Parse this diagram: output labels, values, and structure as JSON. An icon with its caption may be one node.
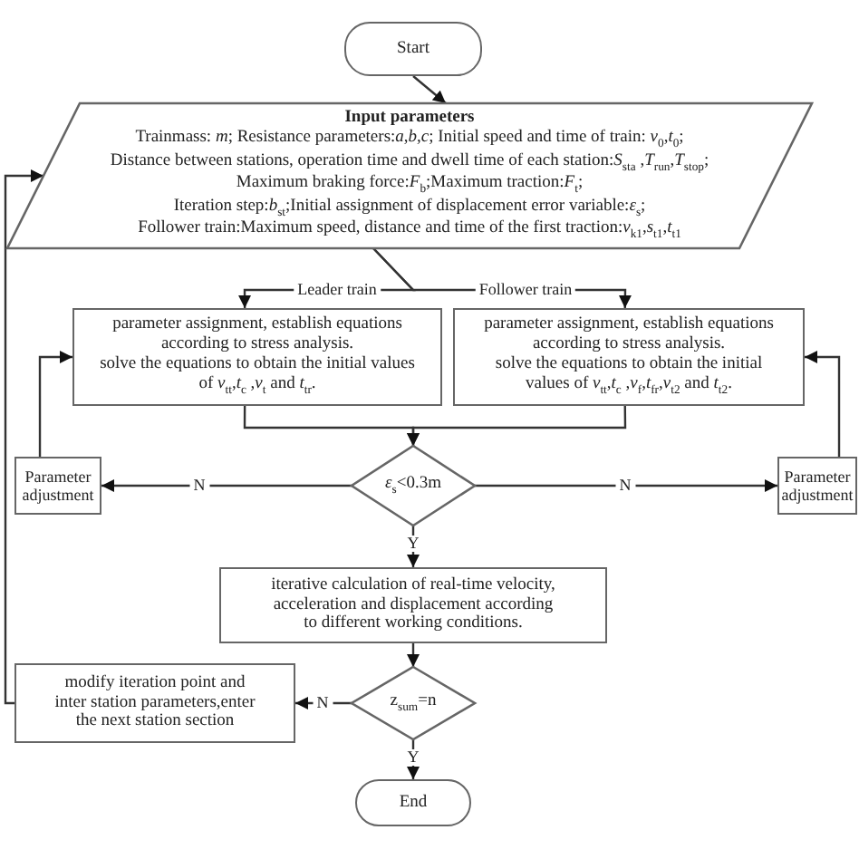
{
  "diagram": {
    "nodes": [
      {
        "text": [
          "Start"
        ]
      },
      {
        "text": [
          "Input parameters",
          "Trainmass: *m*; Resistance parameters:*a*,*b*,*c*; Initial speed and time of train: *v*$_{0}$,*t*$_{0}$;",
          "Distance between stations, operation time and dwell time of each station:*S*$_{sta}$ ,*T*$_{run}$,*T*$_{stop}$;",
          "Maximum braking force:*F*$_{b}$;Maximum traction:*F*$_{t}$;",
          "Iteration step:*b*$_{st}$;Initial assignment of displacement error variable:*ε*$_{s}$;",
          "Follower train:Maximum speed, distance and time of the first traction:*v*$_{k1}$,*s*$_{t1}$,*t*$_{t1}$"
        ]
      },
      {
        "text": [
          "parameter assignment, establish equations according to stress analysis.",
          "solve the equations to obtain the initial values of *v*$_{tt}$,*t*$_{c}$ ,*v*$_{t}$ and *t*$_{tr}$."
        ]
      },
      {
        "text": [
          "parameter assignment, establish equations according to stress analysis.",
          "solve the equations to obtain the initial values of *v*$_{tt}$,*t*$_{c}$ ,*v*$_{f}$,*t*$_{fr}$,*v*$_{t2}$ and *t*$_{t2}$."
        ]
      },
      {
        "text": [
          "Parameter adjustment"
        ]
      },
      {
        "text": [
          "*ε*$_{s}$<0.3m"
        ]
      },
      {
        "text": [
          "Parameter adjustment"
        ]
      },
      {
        "text": [
          "iterative calculation of real-time velocity, acceleration and displacement according to different working conditions."
        ]
      },
      {
        "text": [
          "z$_{sum}$=n"
        ]
      },
      {
        "text": [
          "modify iteration point and inter station parameters,enter the next station section"
        ]
      },
      {
        "text": [
          "End"
        ]
      }
    ],
    "edges": [
      {
        "from": 0,
        "to": 1,
        "arrow": "to"
      },
      {
        "from": 1,
        "to": 2,
        "arrow": "to",
        "label": "Leader train"
      },
      {
        "from": 1,
        "to": 3,
        "arrow": "to",
        "label": "Follower train"
      },
      {
        "from": 2,
        "to": 5,
        "arrow": "to"
      },
      {
        "from": 3,
        "to": 5,
        "arrow": "to"
      },
      {
        "from": 5,
        "to": 4,
        "arrow": "to",
        "label": "N"
      },
      {
        "from": 5,
        "to": 6,
        "arrow": "to",
        "label": "N"
      },
      {
        "from": 4,
        "to": 2,
        "arrow": "to"
      },
      {
        "from": 6,
        "to": 3,
        "arrow": "to"
      },
      {
        "from": 5,
        "to": 7,
        "arrow": "to",
        "label": "Y"
      },
      {
        "from": 7,
        "to": 8,
        "arrow": "to"
      },
      {
        "from": 8,
        "to": 9,
        "arrow": "to",
        "label": "N"
      },
      {
        "from": 8,
        "to": 10,
        "arrow": "to",
        "label": "Y"
      },
      {
        "from": 9,
        "to": 1,
        "arrow": "to"
      }
    ]
  }
}
